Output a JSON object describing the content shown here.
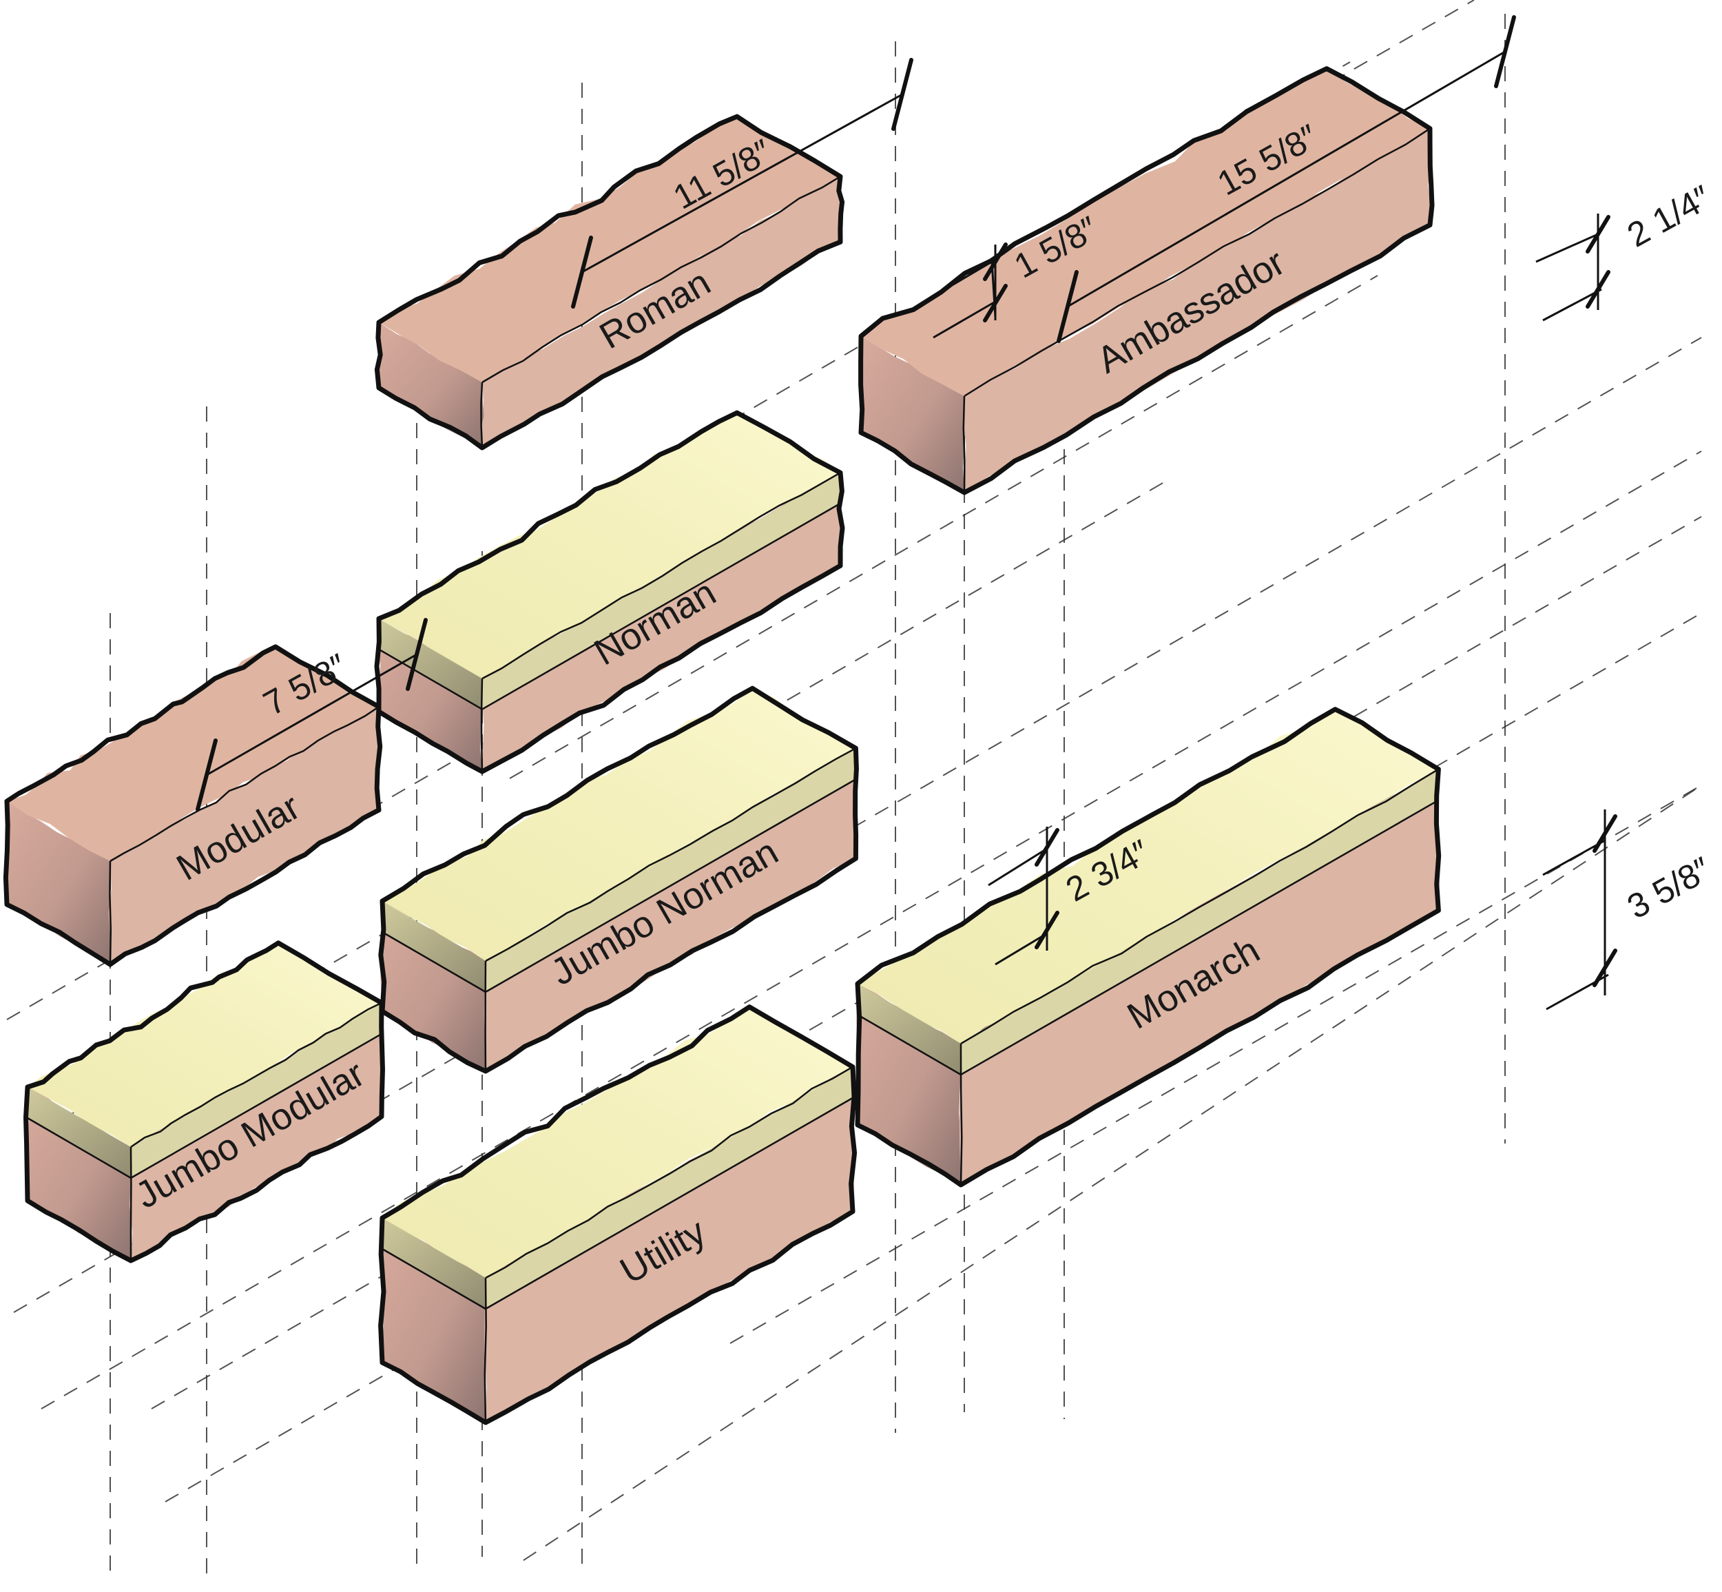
{
  "bricks": [
    {
      "id": "roman",
      "label": "Roman",
      "highlight": false
    },
    {
      "id": "ambassador",
      "label": "Ambassador",
      "highlight": false
    },
    {
      "id": "norman",
      "label": "Norman",
      "highlight": true
    },
    {
      "id": "modular",
      "label": "Modular",
      "highlight": false
    },
    {
      "id": "jumbo-norman",
      "label": "Jumbo Norman",
      "highlight": true
    },
    {
      "id": "monarch",
      "label": "Monarch",
      "highlight": true
    },
    {
      "id": "jumbo-modular",
      "label": "Jumbo Modular",
      "highlight": true
    },
    {
      "id": "utility",
      "label": "Utility",
      "highlight": true
    }
  ],
  "dimensions": {
    "length_11_5_8": "11 5/8″",
    "length_15_5_8": "15 5/8″",
    "length_7_5_8": "7 5/8″",
    "height_1_5_8": "1 5/8″",
    "height_2_1_4": "2 1/4″",
    "height_2_3_4": "2 3/4″",
    "height_3_5_8": "3 5/8″"
  },
  "colors": {
    "brick_top": "#dfb5a2",
    "brick_front": "#dcb5a4",
    "brick_end_light": "#d4a79a",
    "brick_end_dark": "#8e7571",
    "highlight_top": "#f3efb6",
    "highlight_band": "#dad8a8",
    "highlight_end": "#aaa886",
    "outline": "#111111"
  }
}
